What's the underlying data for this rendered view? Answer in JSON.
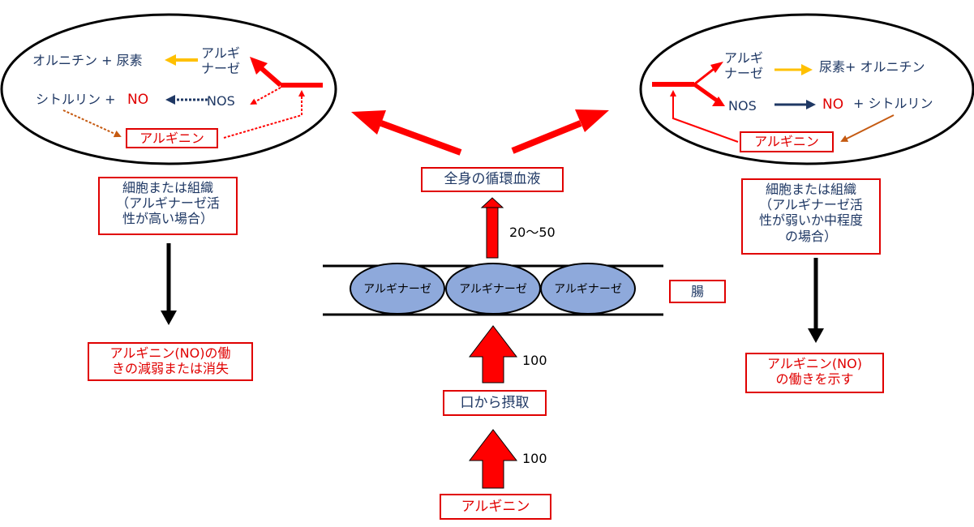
{
  "colors": {
    "red": "#ff0000",
    "dark_red": "#e00000",
    "navy": "#1f3864",
    "gold": "#ffc000",
    "brown": "#c55a11",
    "enzyme_fill": "#8ea9db",
    "black": "#000000"
  },
  "left_cell": {
    "ornithine_urea": "オルニチン + 尿素",
    "arginase": "アルギ\nナーゼ",
    "citrulline": "シトルリン +",
    "no": "NO",
    "nos": "NOS",
    "arginine": "アルギニン",
    "caption": "細胞または組織\n（アルギナーゼ活\n性が高い場合）",
    "result": "アルギニン(NO)の働\nきの減弱または消失"
  },
  "right_cell": {
    "arginase": "アルギ\nナーゼ",
    "urea_ornithine": "尿素+ オルニチン",
    "nos": "NOS",
    "no": "NO",
    "citrulline": "+ シトルリン",
    "arginine": "アルギニン",
    "caption": "細胞または組織\n（アルギナーゼ活\n性が弱いか中程度\nの場合）",
    "result": "アルギニン(NO)\nの働きを示す"
  },
  "center": {
    "blood": "全身の循環血液",
    "value_blood": "20～50",
    "intestine": "腸",
    "enzymes": [
      "アルギナーゼ",
      "アルギナーゼ",
      "アルギナーゼ"
    ],
    "intake": "口から摂取",
    "value_intake_top": "100",
    "value_intake_bottom": "100",
    "arginine": "アルギニン"
  }
}
